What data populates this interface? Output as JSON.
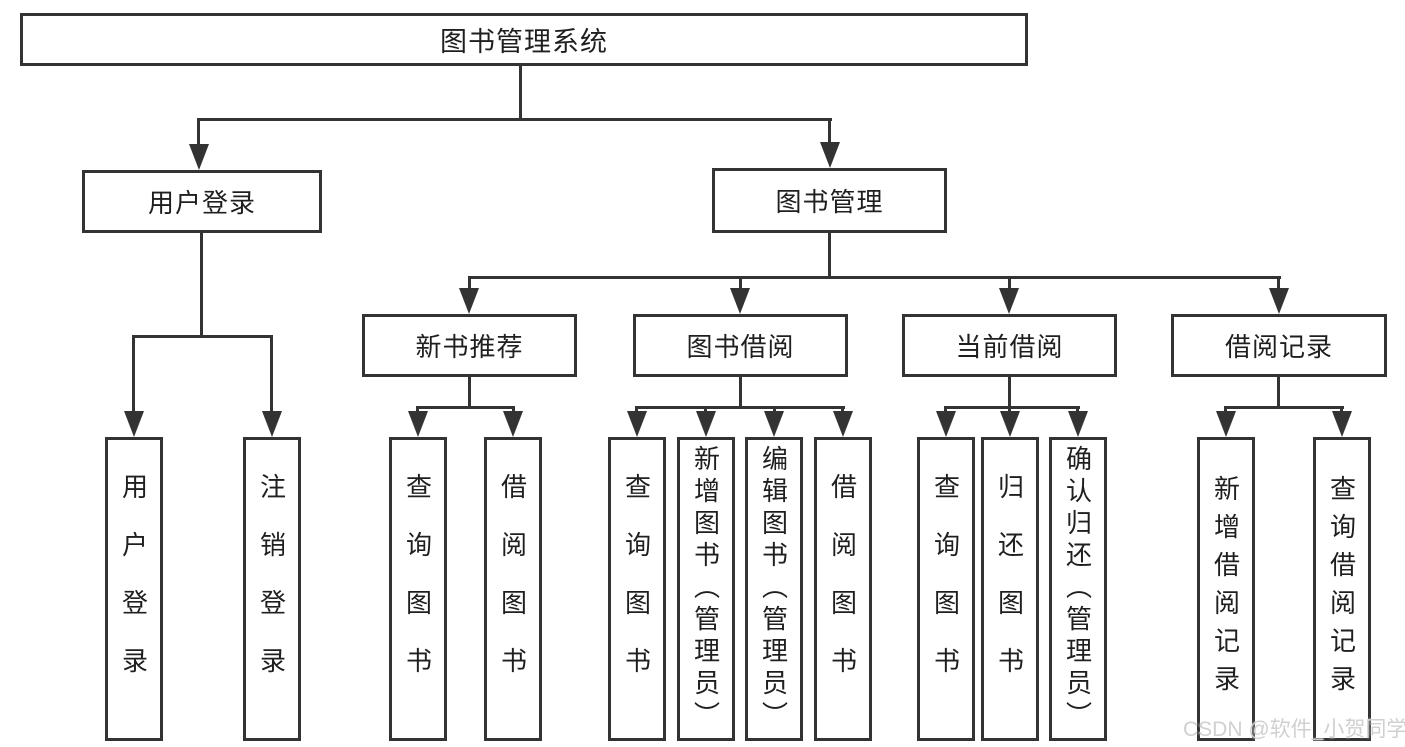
{
  "diagram": {
    "root_label": "图书管理系统",
    "login_branch": {
      "label": "用户登录",
      "children": [
        "用户登录",
        "注销登录"
      ]
    },
    "mgmt_branch": {
      "label": "图书管理",
      "sections": [
        {
          "label": "新书推荐",
          "children": [
            "查询图书",
            "借阅图书"
          ]
        },
        {
          "label": "图书借阅",
          "children": [
            "查询图书",
            "新增图书（管理员）",
            "编辑图书（管理员）",
            "借阅图书"
          ]
        },
        {
          "label": "当前借阅",
          "children": [
            "查询图书",
            "归还图书",
            "确认归还（管理员）"
          ]
        },
        {
          "label": "借阅记录",
          "children": [
            "新增借阅记录",
            "查询借阅记录"
          ]
        }
      ]
    }
  },
  "watermark": {
    "text": "CSDN @软件_小贺同学"
  },
  "colors": {
    "line": "#333333",
    "box_border": "#333333",
    "text": "#1f1f1f",
    "background": "#ffffff",
    "watermark": "#cecece"
  }
}
